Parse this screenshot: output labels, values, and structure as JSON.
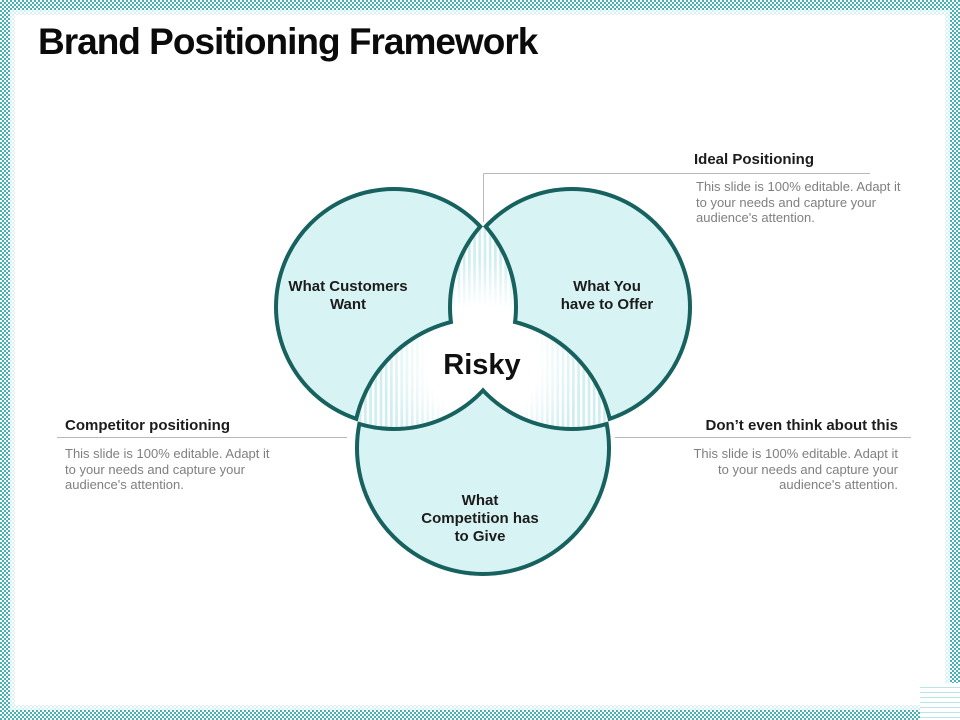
{
  "slide": {
    "title": "Brand Positioning Framework"
  },
  "diagram": {
    "center_label": "Risky",
    "circles": {
      "customers": {
        "label": "What Customers\nWant"
      },
      "offer": {
        "label": "What You\nhave to Offer"
      },
      "competition": {
        "label": "What\nCompetition has\nto Give"
      }
    },
    "colors": {
      "circle_fill": "#d7f3f4",
      "circle_stroke": "#17615f",
      "overlap_stripe": "#cfeef0",
      "connector_line": "#b9b9b9",
      "border_teal": "#46b1b5",
      "body_text_gray": "#7f7f7f"
    }
  },
  "annotations": {
    "ideal": {
      "heading": "Ideal Positioning",
      "body": "This slide is 100% editable. Adapt it\nto your needs and capture your\naudience's attention."
    },
    "competitor": {
      "heading": "Competitor positioning",
      "body": "This slide is 100% editable. Adapt it\nto your needs and capture your\naudience's attention."
    },
    "dont": {
      "heading": "Don’t even think about this",
      "body": "This slide is 100% editable. Adapt it\nto your needs and capture your\naudience's attention."
    }
  }
}
